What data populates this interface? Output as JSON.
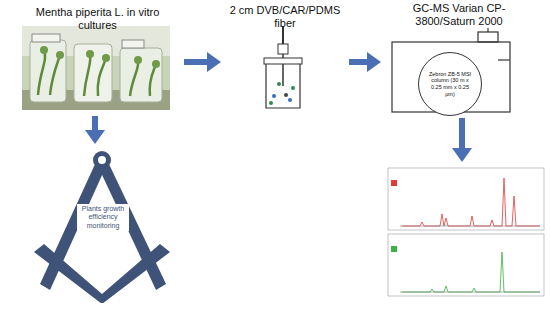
{
  "diagram": {
    "nodes": [
      {
        "text": [
          "Mentha piperita L. in vitro cultures"
        ]
      },
      {
        "text": [
          "2 cm DVB/CAR/PDMS fiber"
        ]
      },
      {
        "text": [
          "GC-MS Varian CP-3800/Saturn 2000"
        ]
      },
      {
        "text": [
          "Zebron ZB-5 MSI column (30 m x 0.25 mm x 0.25 µm)"
        ],
        "in": 2
      },
      {
        "text": [
          "Plants growth efficiency monitoring"
        ]
      }
    ],
    "edges": [
      {
        "from": 0,
        "to": 1,
        "arrow": "to"
      },
      {
        "from": 1,
        "to": 2,
        "arrow": "to"
      },
      {
        "from": 0,
        "to": 4,
        "arrow": "to"
      }
    ]
  }
}
